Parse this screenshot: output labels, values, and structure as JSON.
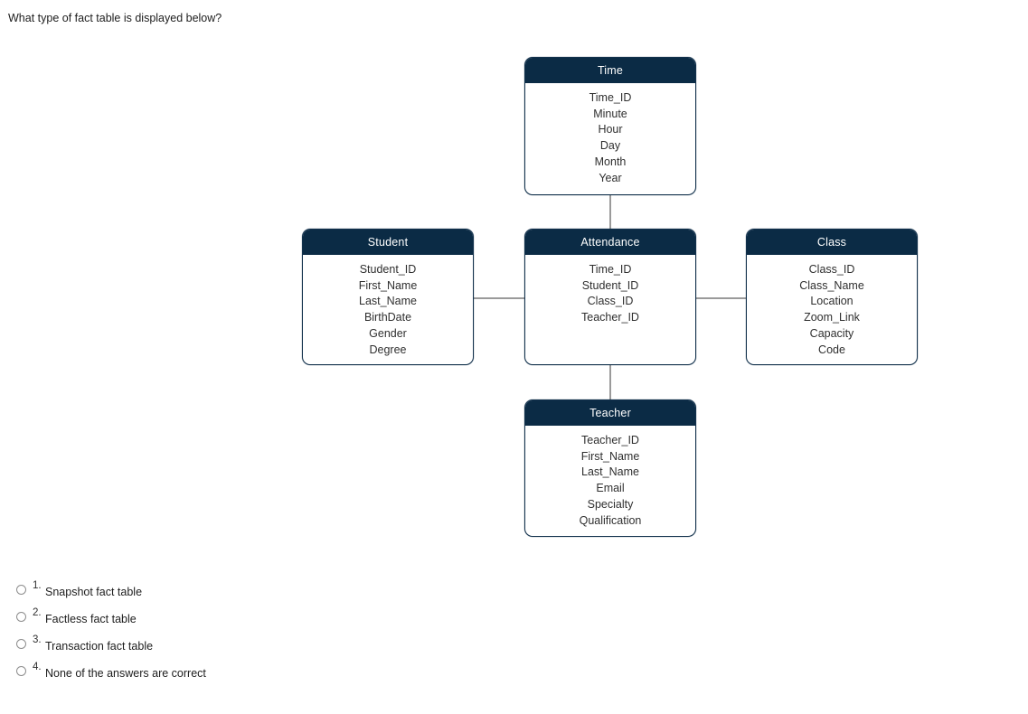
{
  "question": {
    "text": "What type of fact table is displayed below?"
  },
  "diagram": {
    "type": "star-schema-erd",
    "colors": {
      "header_bg": "#0b2b45",
      "header_text": "#ffffff",
      "border": "#12314c",
      "body_bg": "#ffffff",
      "field_text": "#2f2f2f",
      "connector": "#9a9a9a"
    },
    "entities": [
      {
        "id": "time",
        "name": "Time",
        "role": "dimension",
        "fields": [
          "Time_ID",
          "Minute",
          "Hour",
          "Day",
          "Month",
          "Year"
        ]
      },
      {
        "id": "student",
        "name": "Student",
        "role": "dimension",
        "fields": [
          "Student_ID",
          "First_Name",
          "Last_Name",
          "BirthDate",
          "Gender",
          "Degree"
        ]
      },
      {
        "id": "attendance",
        "name": "Attendance",
        "role": "fact",
        "fields": [
          "Time_ID",
          "Student_ID",
          "Class_ID",
          "Teacher_ID"
        ]
      },
      {
        "id": "class",
        "name": "Class",
        "role": "dimension",
        "fields": [
          "Class_ID",
          "Class_Name",
          "Location",
          "Zoom_Link",
          "Capacity",
          "Code"
        ]
      },
      {
        "id": "teacher",
        "name": "Teacher",
        "role": "dimension",
        "fields": [
          "Teacher_ID",
          "First_Name",
          "Last_Name",
          "Email",
          "Specialty",
          "Qualification"
        ]
      }
    ],
    "relationships": [
      {
        "from": "time",
        "to": "attendance"
      },
      {
        "from": "student",
        "to": "attendance"
      },
      {
        "from": "attendance",
        "to": "class"
      },
      {
        "from": "attendance",
        "to": "teacher"
      }
    ]
  },
  "options": [
    {
      "number": "1.",
      "label": "Snapshot fact table",
      "selected": false
    },
    {
      "number": "2.",
      "label": "Factless fact table",
      "selected": false
    },
    {
      "number": "3.",
      "label": "Transaction fact table",
      "selected": false
    },
    {
      "number": "4.",
      "label": "None of the answers are correct",
      "selected": false
    }
  ]
}
